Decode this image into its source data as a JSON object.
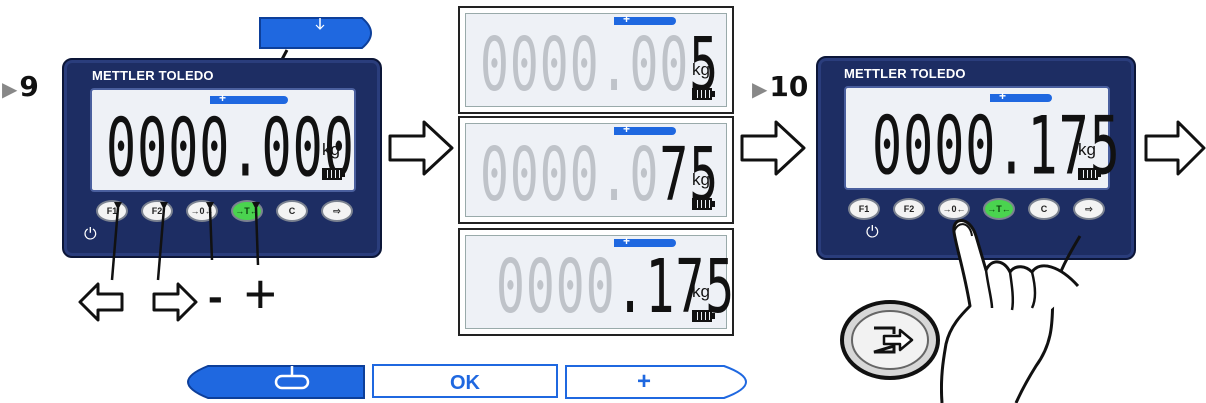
{
  "steps": {
    "step9": "9",
    "step10": "10"
  },
  "device_left": {
    "brand": "METTLER TOLEDO",
    "display_value": "0000.000",
    "unit": "kg",
    "keys": [
      "F1",
      "F2",
      "→0←",
      "→T←",
      "C",
      "⇨"
    ]
  },
  "device_right": {
    "brand": "METTLER TOLEDO",
    "display_value": "0000.175",
    "unit": "kg",
    "keys": [
      "F1",
      "F2",
      "→0←",
      "→T←",
      "C",
      "⇨"
    ]
  },
  "panels": [
    {
      "dim": "0000.00",
      "bright": "5",
      "unit": "kg"
    },
    {
      "dim": "0000.0",
      "bright": "75",
      "unit": "kg"
    },
    {
      "dim": "0000",
      "bright": ".175",
      "unit": "kg"
    }
  ],
  "key_legend": {
    "minus": "-",
    "plus": "+"
  },
  "softkeys": {
    "middle": "OK",
    "right": "+"
  },
  "bar_label": "+",
  "colors": {
    "device_blue": "#1d2d63",
    "accent_blue": "#1f68e0",
    "zero_key_green": "#4ad34f",
    "lcd_background": "#eef1f6"
  }
}
